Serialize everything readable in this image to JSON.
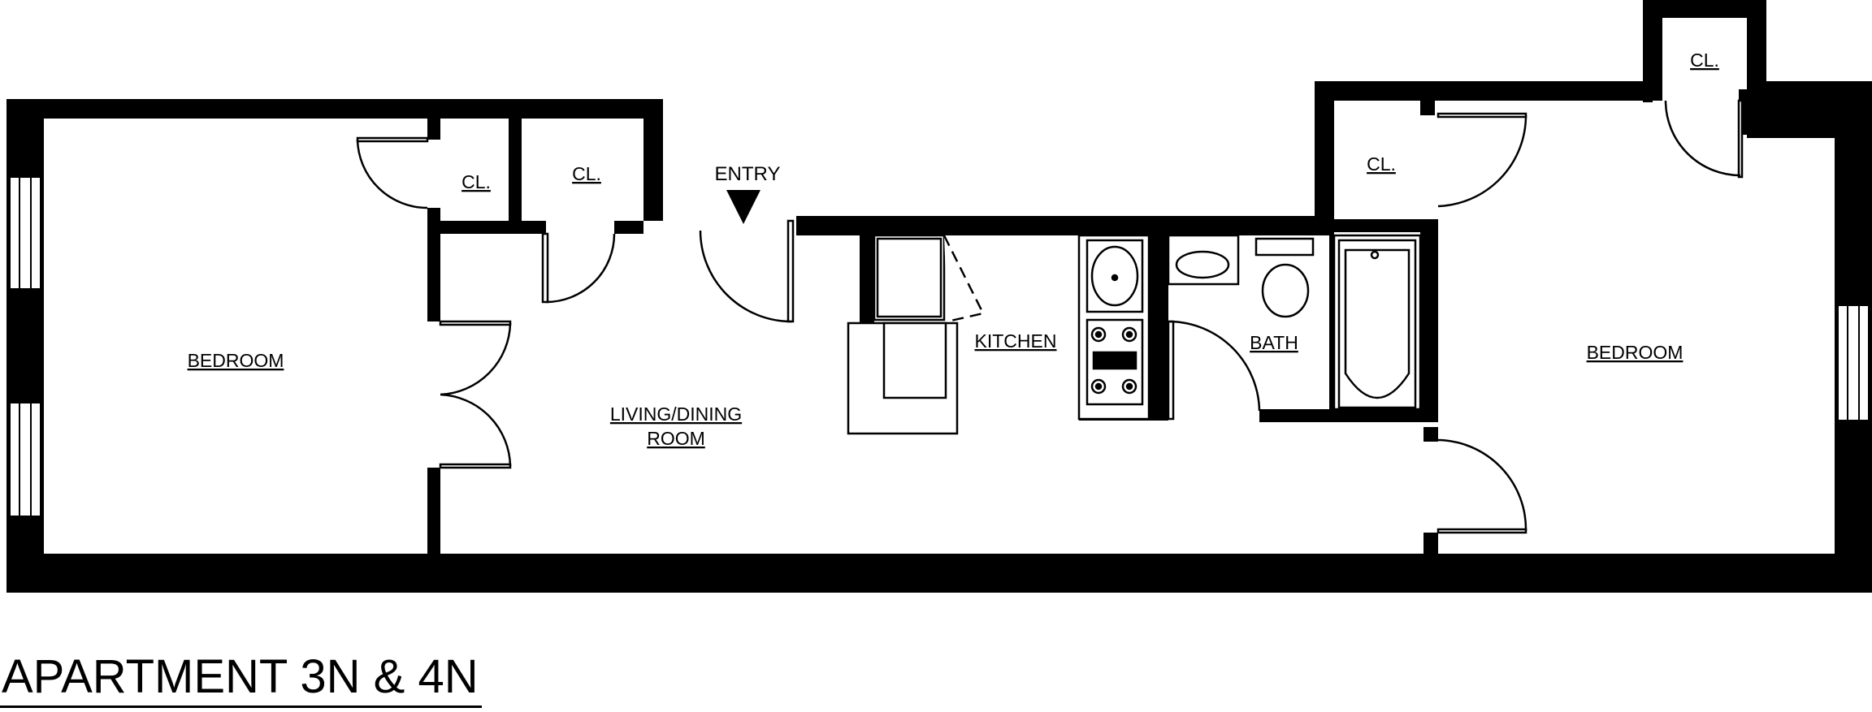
{
  "title": "APARTMENT 3N & 4N",
  "rooms": {
    "bedroom_left": "BEDROOM",
    "closet_1": "CL.",
    "closet_2": "CL.",
    "entry": "ENTRY",
    "living_line1": "LIVING/DINING",
    "living_line2": "ROOM",
    "kitchen": "KITCHEN",
    "bath": "BATH",
    "closet_3": "CL.",
    "closet_4": "CL.",
    "bedroom_right": "BEDROOM"
  },
  "colors": {
    "wall": "#000000",
    "background": "#ffffff"
  }
}
